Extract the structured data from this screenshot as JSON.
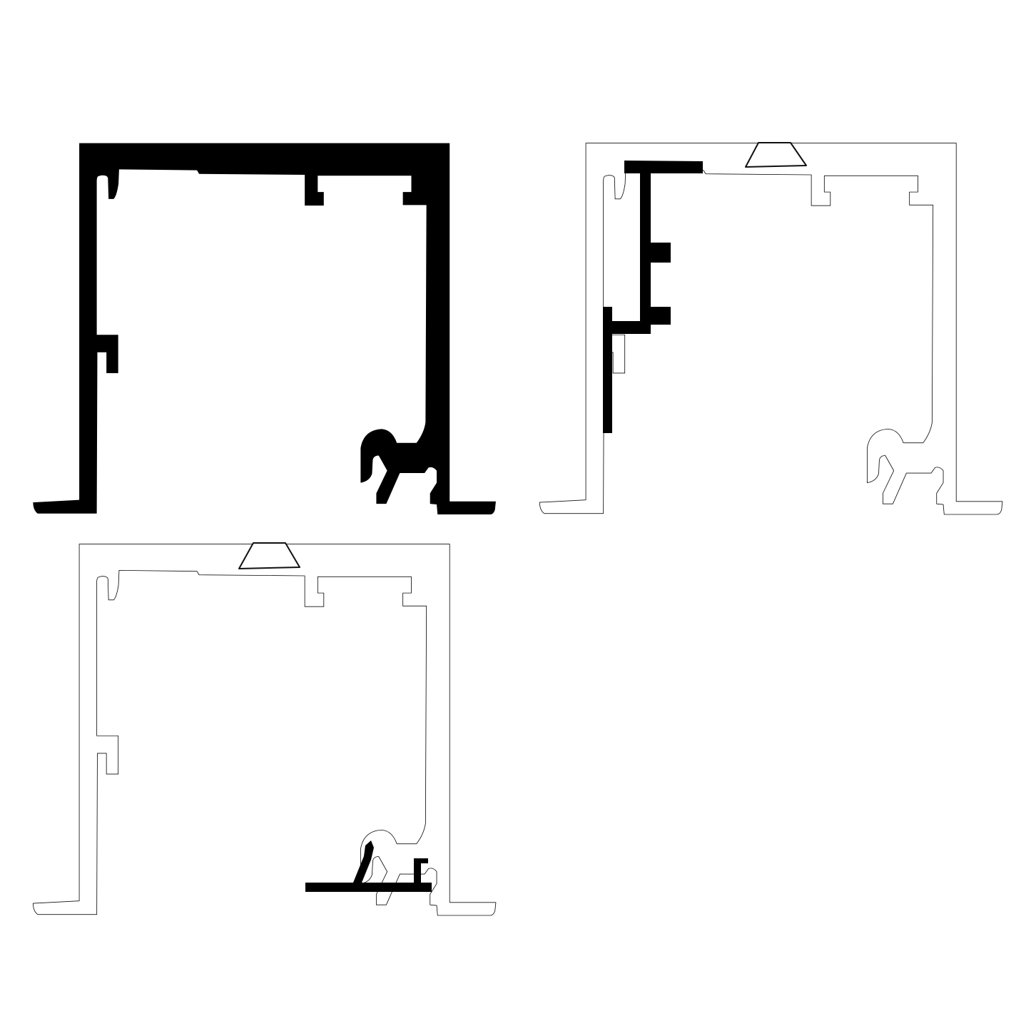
{
  "diagram": {
    "profiles": [
      {
        "id": "profile-solid",
        "style": "filled",
        "color": "#000000"
      },
      {
        "id": "profile-with-insert",
        "style": "outline",
        "color": "#111111"
      },
      {
        "id": "profile-with-cover",
        "style": "outline",
        "color": "#111111"
      }
    ]
  }
}
